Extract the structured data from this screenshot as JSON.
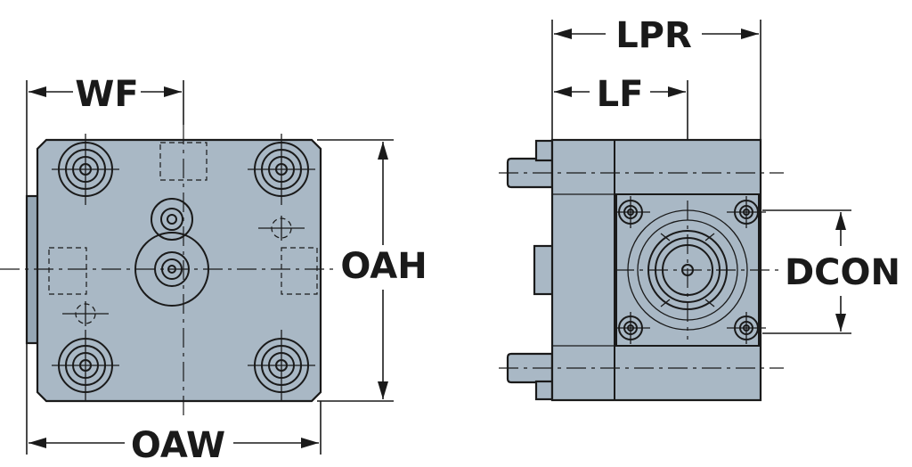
{
  "dimensions": {
    "wf": "WF",
    "oaw": "OAW",
    "oah": "OAH",
    "lpr": "LPR",
    "lf": "LF",
    "dcon": "DCON"
  },
  "colors": {
    "part_fill": "#a9b8c5",
    "line": "#1a1a1a",
    "background": "#ffffff"
  }
}
